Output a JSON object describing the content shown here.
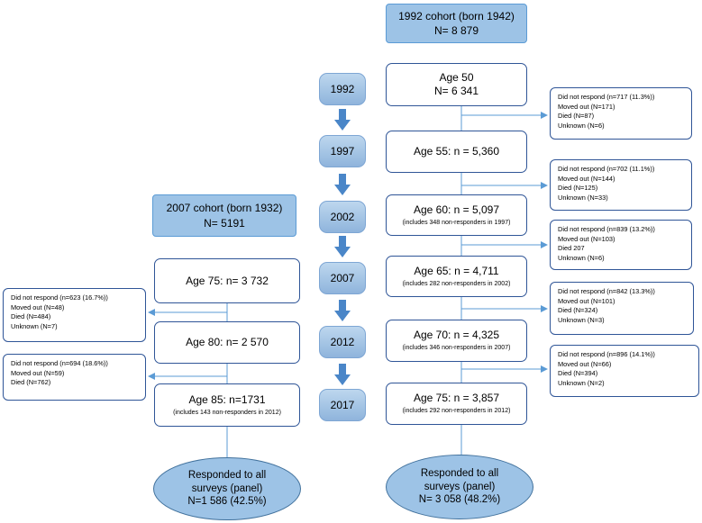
{
  "cohort_1992": {
    "line1": "1992 cohort (born 1942)",
    "line2": "N= 8 879"
  },
  "cohort_2007": {
    "line1": "2007 cohort (born 1932)",
    "line2": "N= 5191"
  },
  "years": [
    "1992",
    "1997",
    "2002",
    "2007",
    "2012",
    "2017"
  ],
  "right_column": [
    {
      "main": "Age 50",
      "main2": "N= 6 341",
      "note": ""
    },
    {
      "main": "Age 55: n = 5,360",
      "main2": "",
      "note": ""
    },
    {
      "main": "Age 60: n = 5,097",
      "main2": "",
      "note": "(includes 348 non-responders in 1997)"
    },
    {
      "main": "Age 65: n = 4,711",
      "main2": "",
      "note": "(includes 282 non-responders in 2002)"
    },
    {
      "main": "Age 70: n = 4,325",
      "main2": "",
      "note": "(includes 346 non-responders in 2007)"
    },
    {
      "main": "Age 75: n = 3,857",
      "main2": "",
      "note": "(includes 292 non-responders in 2012)"
    }
  ],
  "left_column": [
    {
      "main": "Age 75: n= 3 732",
      "note": ""
    },
    {
      "main": "Age 80: n= 2 570",
      "note": ""
    },
    {
      "main": "Age 85: n=1731",
      "note": "(includes 143 non-responders in 2012)"
    }
  ],
  "right_losses": [
    [
      "Did not respond (n=717 (11.3%))",
      "Moved out (N=171)",
      "Died (N=87)",
      "Unknown (N=6)"
    ],
    [
      "Did not respond (n=702 (11.1%))",
      "Moved out (N=144)",
      "Died (N=125)",
      "Unknown (N=33)"
    ],
    [
      "Did not respond (n=839 (13.2%))",
      "Moved out (N=103)",
      "Died 207",
      "Unknown (N=6)"
    ],
    [
      "Did not respond (n=842 (13.3%))",
      "Moved out (N=101)",
      "Died (N=324)",
      "Unknown (N=3)"
    ],
    [
      "Did not respond (n=896 (14.1%))",
      "Moved out (N=66)",
      "Died (N=394)",
      "Unknown (N=2)"
    ]
  ],
  "left_losses": [
    [
      "Did not respond (n=623 (16.7%))",
      "Moved out (N=48)",
      "Died (N=484)",
      "Unknown (N=7)"
    ],
    [
      "Did not respond (n=694 (18.6%))",
      "Moved out (N=59)",
      "Died (N=762)"
    ]
  ],
  "panel_left": {
    "line1": "Responded to all",
    "line2": "surveys (panel)",
    "line3": "N=1 586 (42.5%)"
  },
  "panel_right": {
    "line1": "Responded to all",
    "line2": "surveys (panel)",
    "line3": "N= 3 058 (48.2%)"
  },
  "colors": {
    "box_border": "#2f5597",
    "fill_light": "#9dc3e6",
    "connector": "#5b9bd5",
    "arrow": "#4a86c8"
  }
}
